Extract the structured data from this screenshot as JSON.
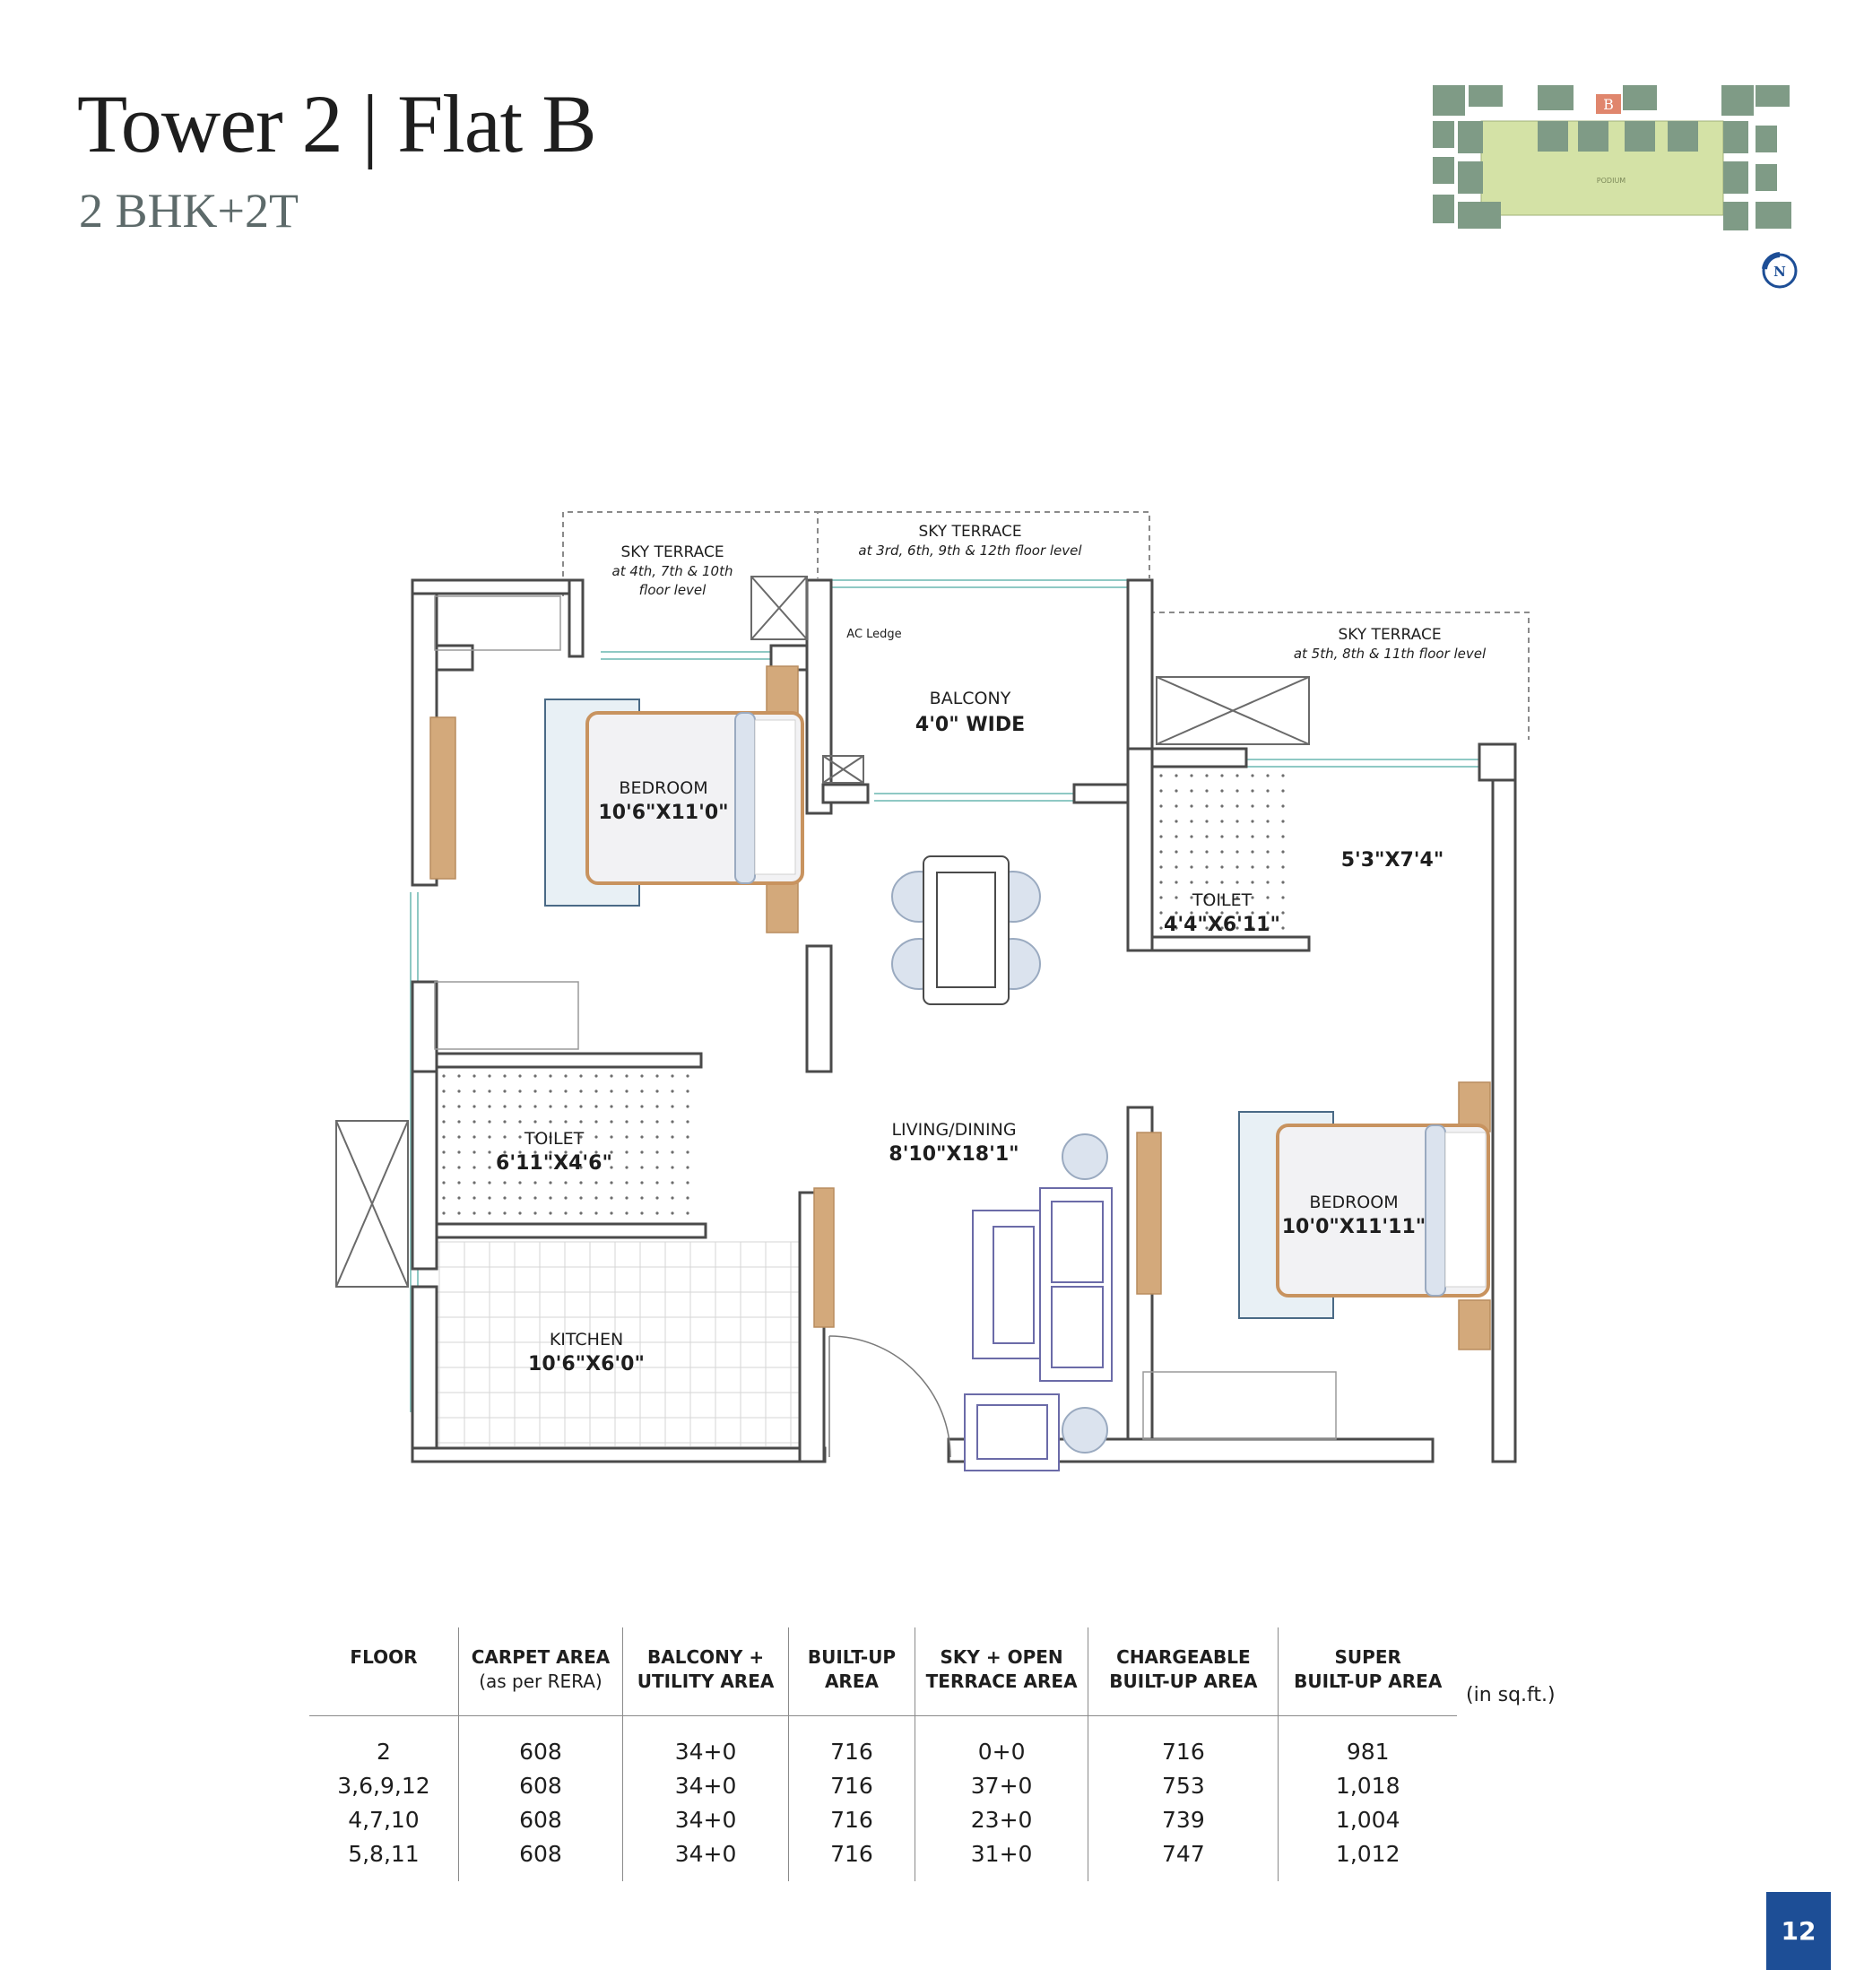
{
  "header": {
    "title": "Tower 2 | Flat B",
    "subtitle": "2 BHK+2T"
  },
  "key_plan": {
    "flat_marker": "B",
    "podium_label": "PODIUM",
    "north_label": "N",
    "colors": {
      "block": "#7f9b86",
      "podium": "#d4e2a6",
      "highlight": "#e0866d",
      "north": "#1d4e96"
    }
  },
  "plan": {
    "colors": {
      "wall": "#4a4a4a",
      "wood": "#d3a97b",
      "glass": "#8fc9c4",
      "furniture": "#9a9ac0",
      "terrace": "#8a8a8a"
    },
    "rooms": [
      {
        "name": "SKY TERRACE",
        "note_lines": [
          "at 4th, 7th & 10th",
          "floor level"
        ]
      },
      {
        "name": "SKY TERRACE",
        "note_lines": [
          "at 3rd, 6th, 9th & 12th floor level"
        ]
      },
      {
        "name": "SKY TERRACE",
        "note_lines": [
          "at 5th, 8th & 11th floor level"
        ]
      },
      {
        "name": "AC Ledge"
      },
      {
        "name": "BALCONY",
        "size": "4'0\" WIDE"
      },
      {
        "name": "BEDROOM",
        "size": "10'6\"X11'0\""
      },
      {
        "name": "",
        "size": "5'3\"X7'4\""
      },
      {
        "name": "TOILET",
        "size": "4'4\"X6'11\""
      },
      {
        "name": "TOILET",
        "size": "6'11\"X4'6\""
      },
      {
        "name": "LIVING/DINING",
        "size": "8'10\"X18'1\""
      },
      {
        "name": "BEDROOM",
        "size": "10'0\"X11'11\""
      },
      {
        "name": "KITCHEN",
        "size": "10'6\"X6'0\""
      }
    ]
  },
  "area_table": {
    "columns": [
      {
        "line1": "FLOOR",
        "line2": ""
      },
      {
        "line1": "CARPET AREA",
        "line2": "(as per RERA)"
      },
      {
        "line1": "BALCONY +",
        "line2": "UTILITY AREA"
      },
      {
        "line1": "BUILT-UP",
        "line2": "AREA"
      },
      {
        "line1": "SKY + OPEN",
        "line2": "TERRACE AREA"
      },
      {
        "line1": "CHARGEABLE",
        "line2": "BUILT-UP AREA"
      },
      {
        "line1": "SUPER",
        "line2": "BUILT-UP AREA"
      }
    ],
    "rows": [
      [
        "2",
        "608",
        "34+0",
        "716",
        "0+0",
        "716",
        "981"
      ],
      [
        "3,6,9,12",
        "608",
        "34+0",
        "716",
        "37+0",
        "753",
        "1,018"
      ],
      [
        "4,7,10",
        "608",
        "34+0",
        "716",
        "23+0",
        "739",
        "1,004"
      ],
      [
        "5,8,11",
        "608",
        "34+0",
        "716",
        "31+0",
        "747",
        "1,012"
      ]
    ],
    "unit_note": "(in sq.ft.)"
  },
  "page_number": "12"
}
